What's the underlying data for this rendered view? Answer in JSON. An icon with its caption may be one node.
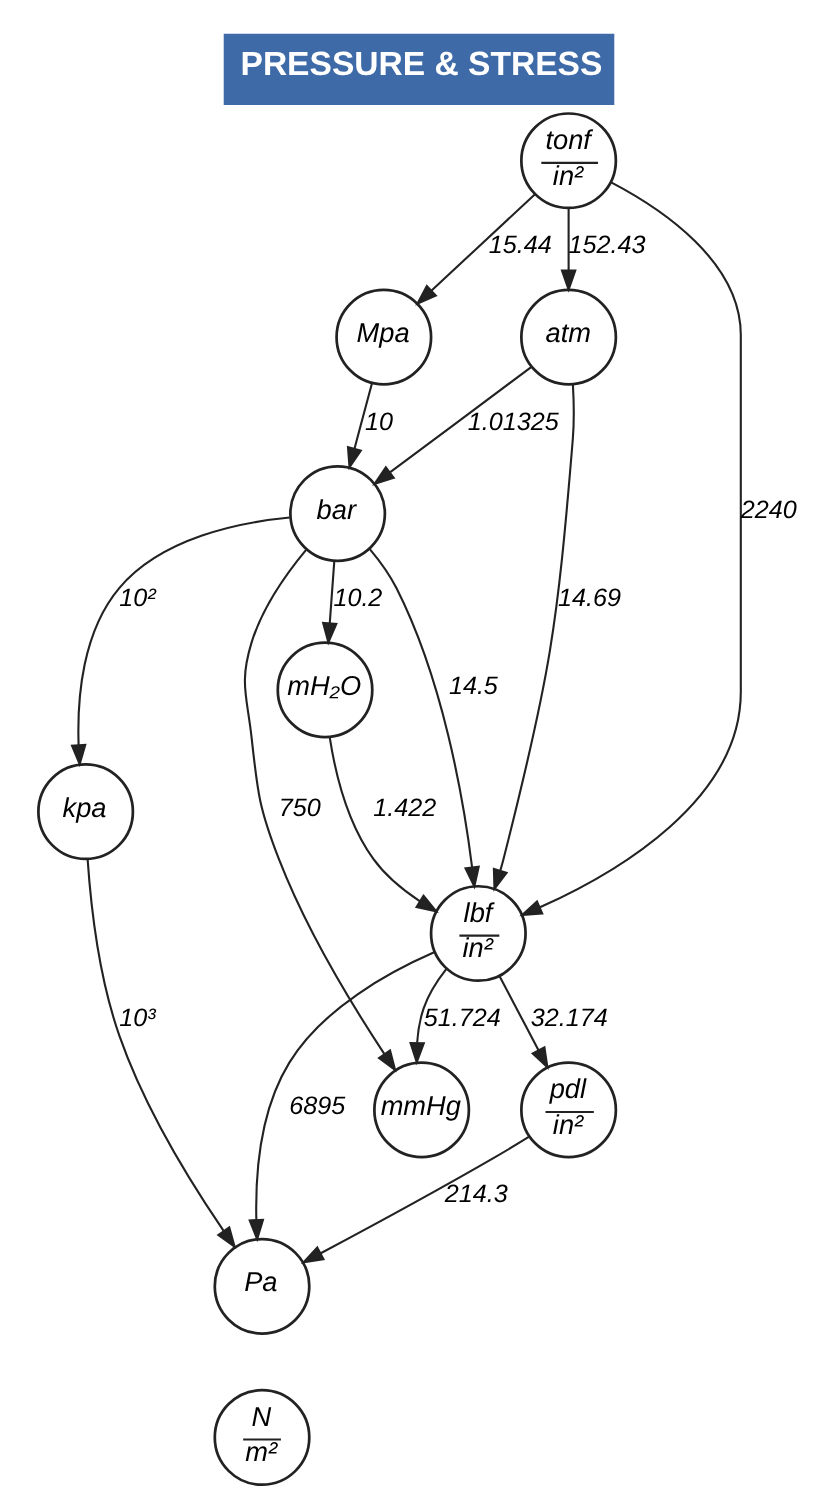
{
  "diagram": {
    "title": "PRESSURE & STRESS",
    "nodes": [
      {
        "text": [
          "tonf",
          "in²"
        ]
      },
      {
        "text": [
          "Mpa"
        ]
      },
      {
        "text": [
          "atm"
        ]
      },
      {
        "text": [
          "bar"
        ]
      },
      {
        "text": [
          "mH₂O"
        ]
      },
      {
        "text": [
          "lbf",
          "in²"
        ]
      },
      {
        "text": [
          "kpa"
        ]
      },
      {
        "text": [
          "pdl",
          "in²"
        ]
      },
      {
        "text": [
          "mmHg"
        ]
      },
      {
        "text": [
          "Pa"
        ]
      },
      {
        "text": [
          "N",
          "m²"
        ]
      }
    ],
    "edges": [
      {
        "from": 0,
        "to": 1,
        "arrow": "to",
        "label": "15.44"
      },
      {
        "from": 0,
        "to": 2,
        "arrow": "to",
        "label": "152.43"
      },
      {
        "from": 0,
        "to": 5,
        "arrow": "to",
        "label": "2240"
      },
      {
        "from": 2,
        "to": 3,
        "arrow": "to",
        "label": "1.01325"
      },
      {
        "from": 1,
        "to": 3,
        "arrow": "to",
        "label": "10"
      },
      {
        "from": 2,
        "to": 5,
        "arrow": "to",
        "label": "14.69"
      },
      {
        "from": 3,
        "to": 5,
        "arrow": "to",
        "label": "14.5"
      },
      {
        "from": 3,
        "to": 4,
        "arrow": "to",
        "label": "10.2"
      },
      {
        "from": 4,
        "to": 5,
        "arrow": "to",
        "label": "1.422"
      },
      {
        "from": 3,
        "to": 8,
        "arrow": "to",
        "label": "750"
      },
      {
        "from": 3,
        "to": 6,
        "arrow": "to",
        "label": "10²"
      },
      {
        "from": 5,
        "to": 8,
        "arrow": "to",
        "label": "51.724"
      },
      {
        "from": 5,
        "to": 7,
        "arrow": "to",
        "label": "32.174"
      },
      {
        "from": 5,
        "to": 9,
        "arrow": "to",
        "label": "6895"
      },
      {
        "from": 7,
        "to": 9,
        "arrow": "to",
        "label": "214.3"
      },
      {
        "from": 6,
        "to": 9,
        "arrow": "to",
        "label": "10³"
      }
    ]
  }
}
